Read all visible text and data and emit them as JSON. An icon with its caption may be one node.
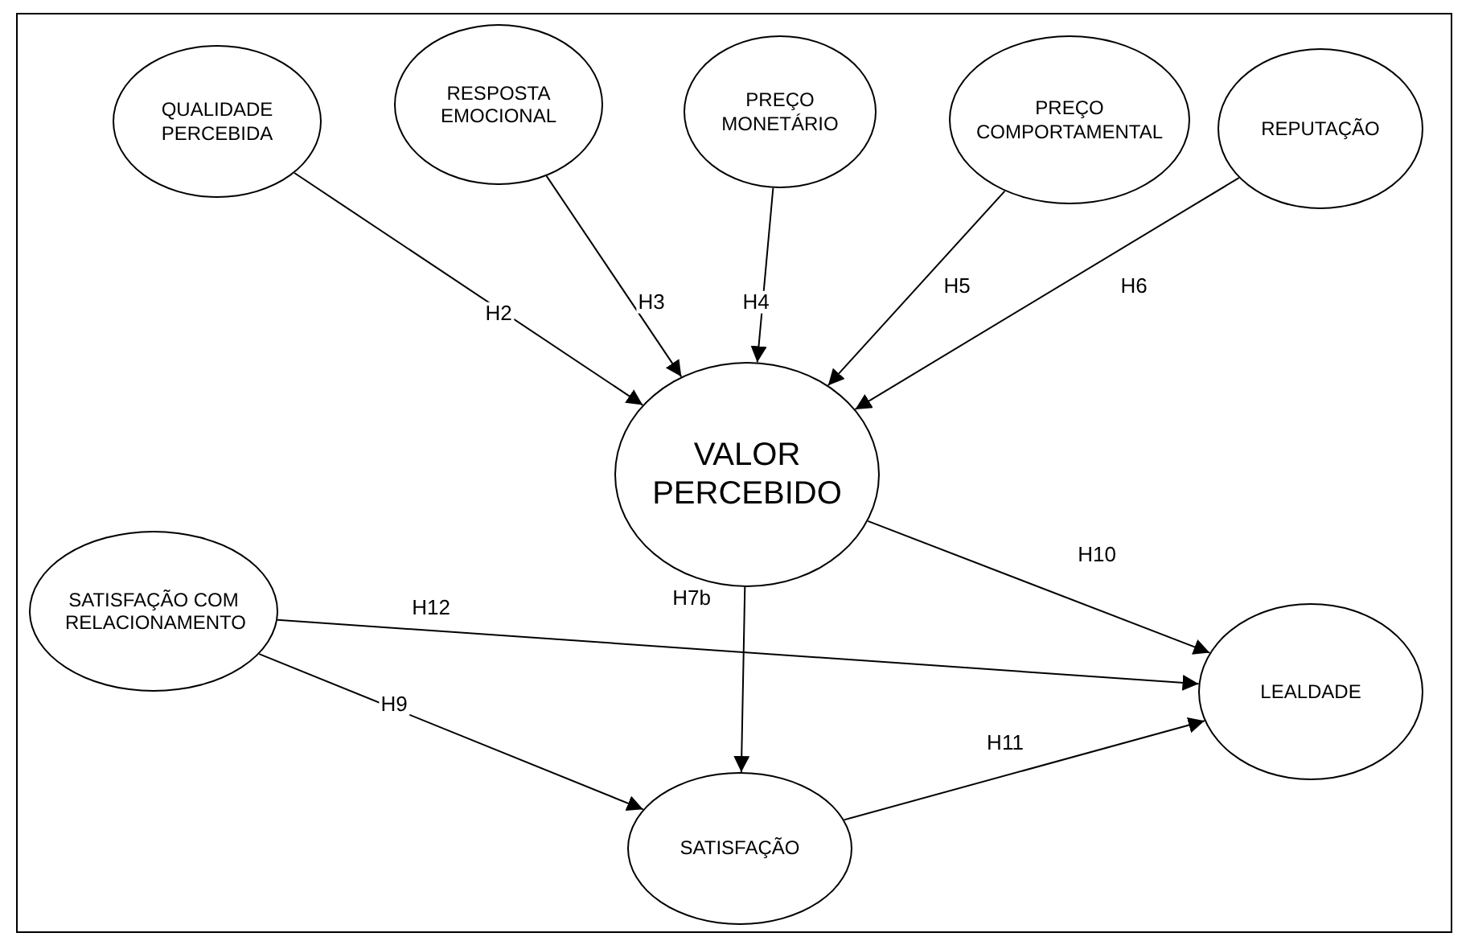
{
  "diagram": {
    "nodes": [
      {
        "text": [
          "QUALIDADE PERCEBIDA"
        ]
      },
      {
        "text": [
          "RESPOSTA EMOCIONAL"
        ]
      },
      {
        "text": [
          "PREÇO MONETÁRIO"
        ]
      },
      {
        "text": [
          "PREÇO COMPORTAMENTAL"
        ]
      },
      {
        "text": [
          "REPUTAÇÃO"
        ]
      },
      {
        "text": [
          "VALOR PERCEBIDO"
        ]
      },
      {
        "text": [
          "SATISFAÇÃO COM RELACIONAMENTO"
        ]
      },
      {
        "text": [
          "LEALDADE"
        ]
      },
      {
        "text": [
          "SATISFAÇÃO"
        ]
      }
    ],
    "edges": [
      {
        "from": 0,
        "to": 5,
        "arrow": "to",
        "label": "H2"
      },
      {
        "from": 1,
        "to": 5,
        "arrow": "to",
        "label": "H3"
      },
      {
        "from": 2,
        "to": 5,
        "arrow": "to",
        "label": "H4"
      },
      {
        "from": 3,
        "to": 5,
        "arrow": "to",
        "label": "H5"
      },
      {
        "from": 4,
        "to": 5,
        "arrow": "to",
        "label": "H6"
      },
      {
        "from": 5,
        "to": 7,
        "arrow": "to",
        "label": "H10"
      },
      {
        "from": 6,
        "to": 7,
        "arrow": "to",
        "label": "H12"
      },
      {
        "from": 5,
        "to": 8,
        "arrow": "to",
        "label": "H7b"
      },
      {
        "from": 6,
        "to": 8,
        "arrow": "to",
        "label": "H9"
      },
      {
        "from": 8,
        "to": 7,
        "arrow": "to",
        "label": "H11"
      }
    ]
  }
}
